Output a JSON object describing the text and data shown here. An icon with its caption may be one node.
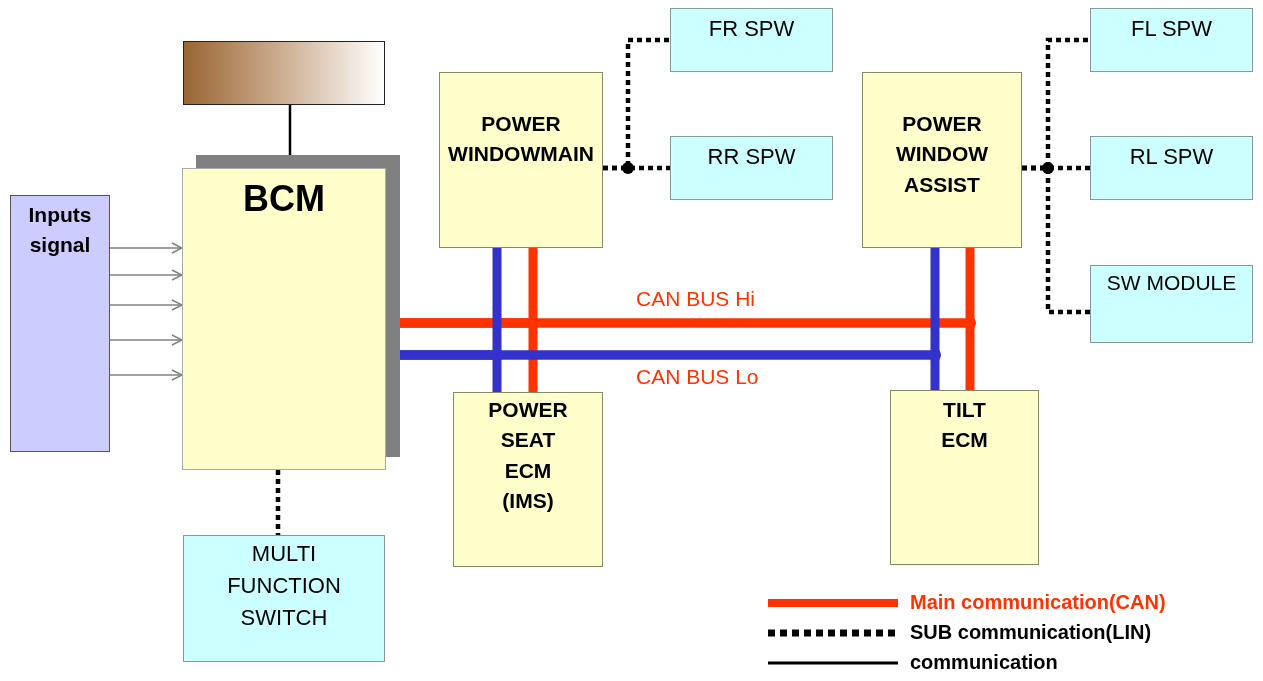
{
  "diagram": {
    "nodes": [
      {
        "text": [],
        "shape": "box"
      },
      {
        "text": [
          "BCM"
        ]
      },
      {
        "text": [
          "Inputs signal"
        ]
      },
      {
        "text": [
          "POWER WINDOWMAIN"
        ]
      },
      {
        "text": [
          "FR SPW"
        ]
      },
      {
        "text": [
          "RR SPW"
        ]
      },
      {
        "text": [
          "POWER WINDOW ASSIST"
        ]
      },
      {
        "text": [
          "FL SPW"
        ]
      },
      {
        "text": [
          "RL SPW"
        ]
      },
      {
        "text": [
          "SW MODULE"
        ]
      },
      {
        "text": [
          "POWER SEAT ECM (IMS)"
        ]
      },
      {
        "text": [
          "TILT ECM"
        ]
      },
      {
        "text": [
          "MULTI FUNCTION SWITCH"
        ]
      }
    ],
    "edges": [
      {
        "from": 0,
        "to": 1,
        "arrow": "none"
      },
      {
        "from": 2,
        "to": 1,
        "arrow": "to",
        "color": "#808080"
      },
      {
        "from": 2,
        "to": 1,
        "arrow": "to",
        "color": "#808080"
      },
      {
        "from": 2,
        "to": 1,
        "arrow": "to",
        "color": "#808080"
      },
      {
        "from": 2,
        "to": 1,
        "arrow": "to",
        "color": "#808080"
      },
      {
        "from": 2,
        "to": 1,
        "arrow": "to",
        "color": "#808080"
      },
      {
        "from": 1,
        "to": 12,
        "arrow": "none",
        "style": "dashed"
      },
      {
        "from": 3,
        "to": 4,
        "arrow": "none",
        "style": "dashed"
      },
      {
        "from": 3,
        "to": 5,
        "arrow": "none",
        "style": "dashed"
      },
      {
        "from": 6,
        "to": 7,
        "arrow": "none",
        "style": "dashed"
      },
      {
        "from": 6,
        "to": 8,
        "arrow": "none",
        "style": "dashed"
      },
      {
        "from": 6,
        "to": 9,
        "arrow": "none",
        "style": "dashed"
      },
      {
        "from": 1,
        "to": 3,
        "arrow": "none",
        "style": "thick",
        "color": "#ff3300"
      },
      {
        "from": 1,
        "to": 10,
        "arrow": "none",
        "style": "thick",
        "color": "#ff3300"
      },
      {
        "from": 1,
        "to": 6,
        "arrow": "none",
        "style": "thick",
        "color": "#ff3300"
      },
      {
        "from": 1,
        "to": 11,
        "arrow": "none",
        "style": "thick",
        "color": "#ff3300"
      },
      {
        "from": 1,
        "to": 3,
        "arrow": "none",
        "style": "thick",
        "color": "#3333cc"
      },
      {
        "from": 1,
        "to": 10,
        "arrow": "none",
        "style": "thick",
        "color": "#3333cc"
      },
      {
        "from": 1,
        "to": 6,
        "arrow": "none",
        "style": "thick",
        "color": "#3333cc"
      },
      {
        "from": 1,
        "to": 11,
        "arrow": "none",
        "style": "thick",
        "color": "#3333cc"
      }
    ],
    "labels": [
      "CAN BUS Hi",
      "CAN BUS Lo"
    ],
    "legend": [
      {
        "text": "Main communication(CAN)"
      },
      {
        "text": "SUB communication(LIN)"
      },
      {
        "text": "communication"
      }
    ]
  }
}
